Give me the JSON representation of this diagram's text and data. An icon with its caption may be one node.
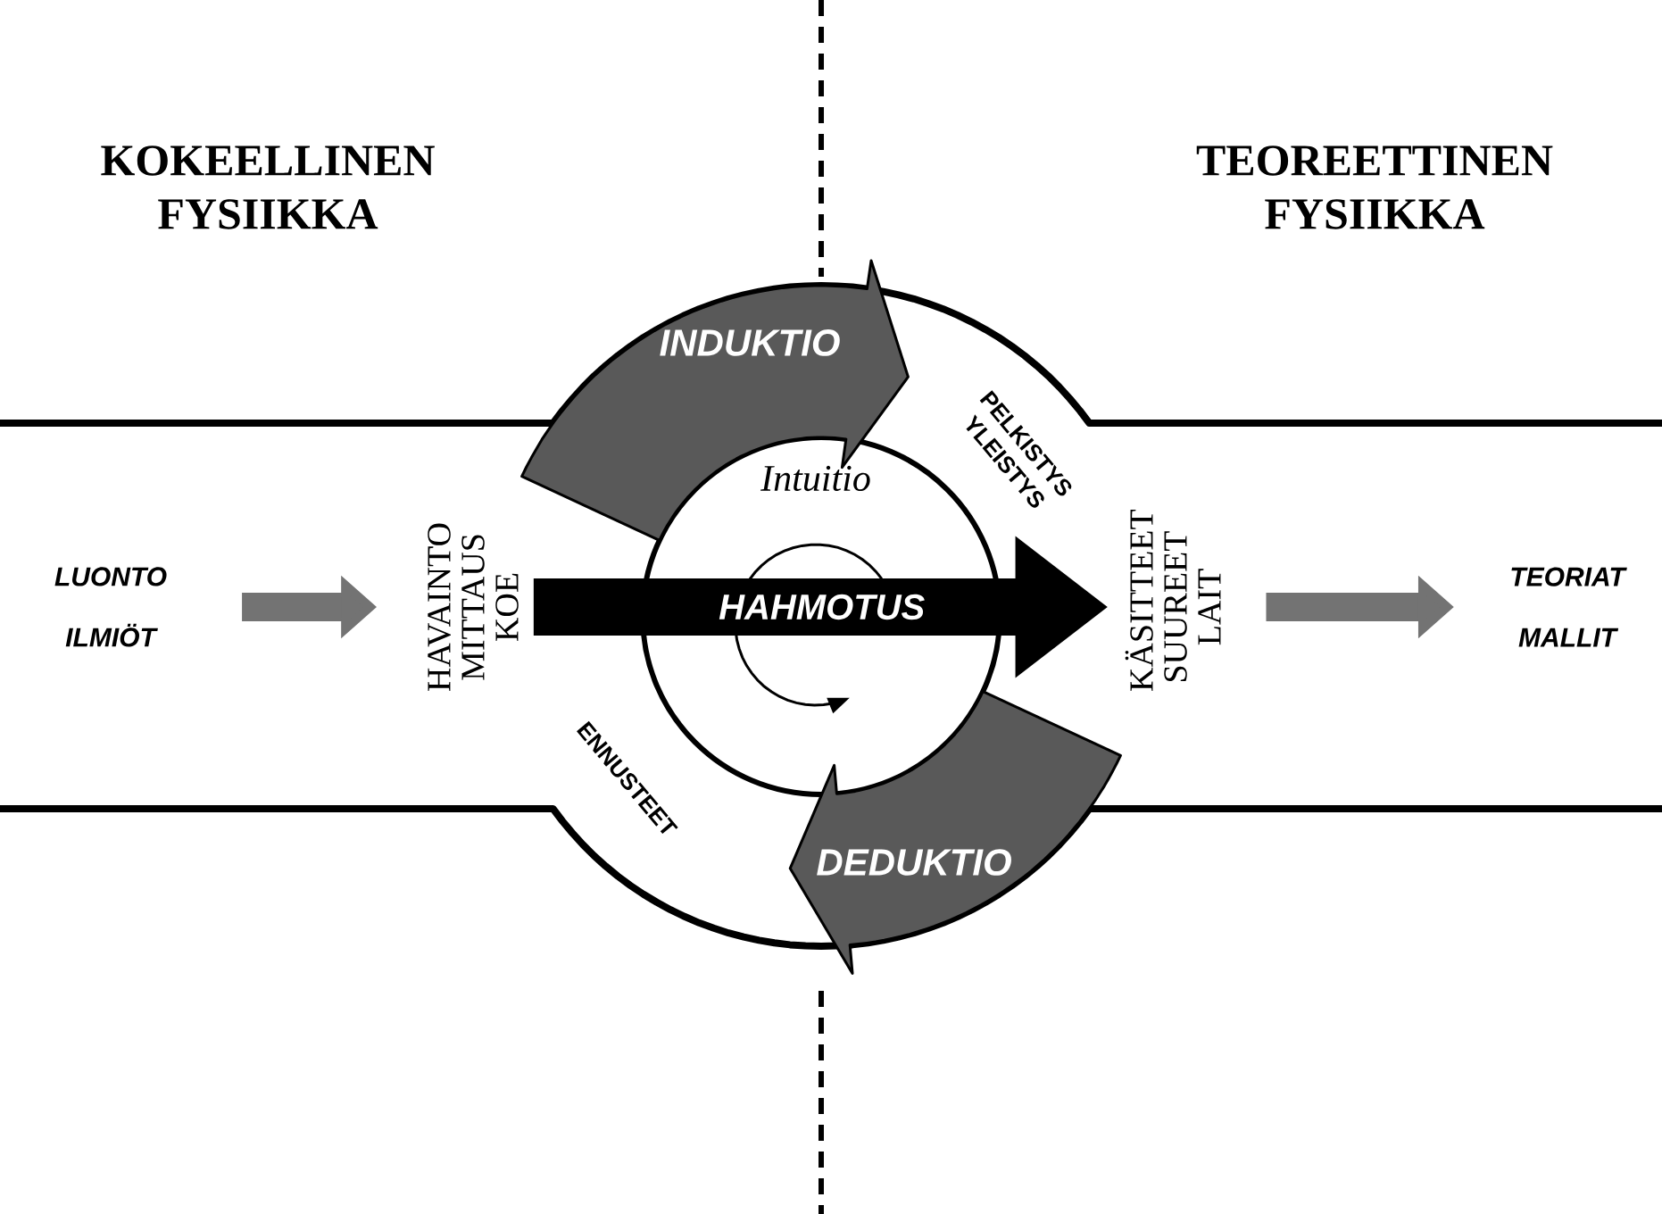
{
  "diagram": {
    "nodes": [
      {
        "text": [
          "LUONTO ILMIÖT"
        ]
      },
      {
        "text": [
          "HAVAINTO MITTAUS KOE"
        ]
      },
      {
        "text": [
          "INDUKTIO"
        ]
      },
      {
        "text": [
          "DEDUKTIO"
        ]
      },
      {
        "text": [
          "KÄSITTEET SUUREET LAIT"
        ]
      },
      {
        "text": [
          "TEORIAT MALLIT"
        ]
      }
    ],
    "edges": [
      {
        "from": 0,
        "to": 1,
        "arrow": "to"
      },
      {
        "from": 1,
        "to": 4,
        "arrow": "to",
        "label": "HAHMOTUS",
        "style": "thick",
        "color": "#000000"
      },
      {
        "from": 4,
        "to": 5,
        "arrow": "to"
      }
    ],
    "labels": [
      "KOKEELLINEN FYSIIKKA",
      "TEOREETTINEN FYSIIKKA",
      "PELKISTYS YLEISTYS",
      "Intuitio",
      "ENNUSTEET"
    ]
  }
}
